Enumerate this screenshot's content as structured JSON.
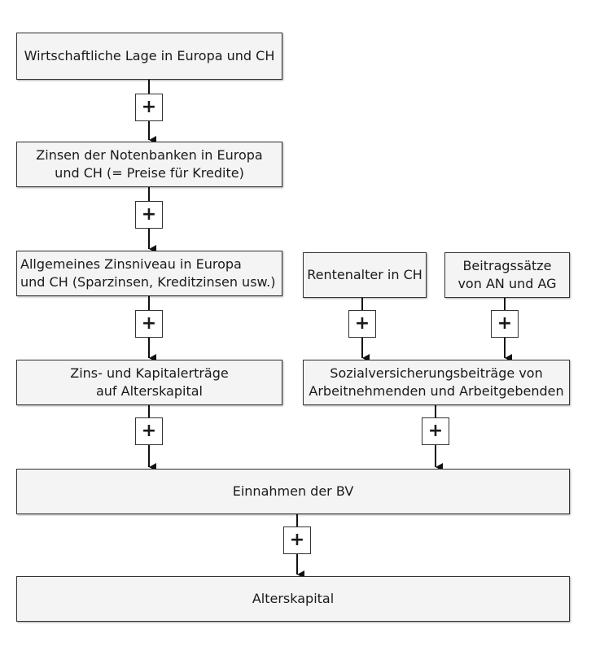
{
  "boxes": {
    "wirtschaftliche_lage": "Wirtschaftliche Lage in Europa und CH",
    "zinsen_notenbanken": "Zinsen der Notenbanken in Europa\nund CH (= Preise für Kredite)",
    "allgemeines_zinsniveau": "Allgemeines Zinsniveau in Europa\nund CH (Sparzinsen, Kreditzinsen usw.)",
    "rentenalter": "Rentenalter in CH",
    "beitragssaetze": "Beitragssätze\nvon AN und AG",
    "zins_kapitalertraege": "Zins- und Kapitalerträge\nauf Alterskapital",
    "sozialversicherungsbeitraege": "Sozialversicherungsbeiträge von\nArbeitnehmenden und Arbeitgebenden",
    "einnahmen_bv": "Einnahmen der BV",
    "alterskapital": "Alterskapital"
  },
  "sign": "+"
}
